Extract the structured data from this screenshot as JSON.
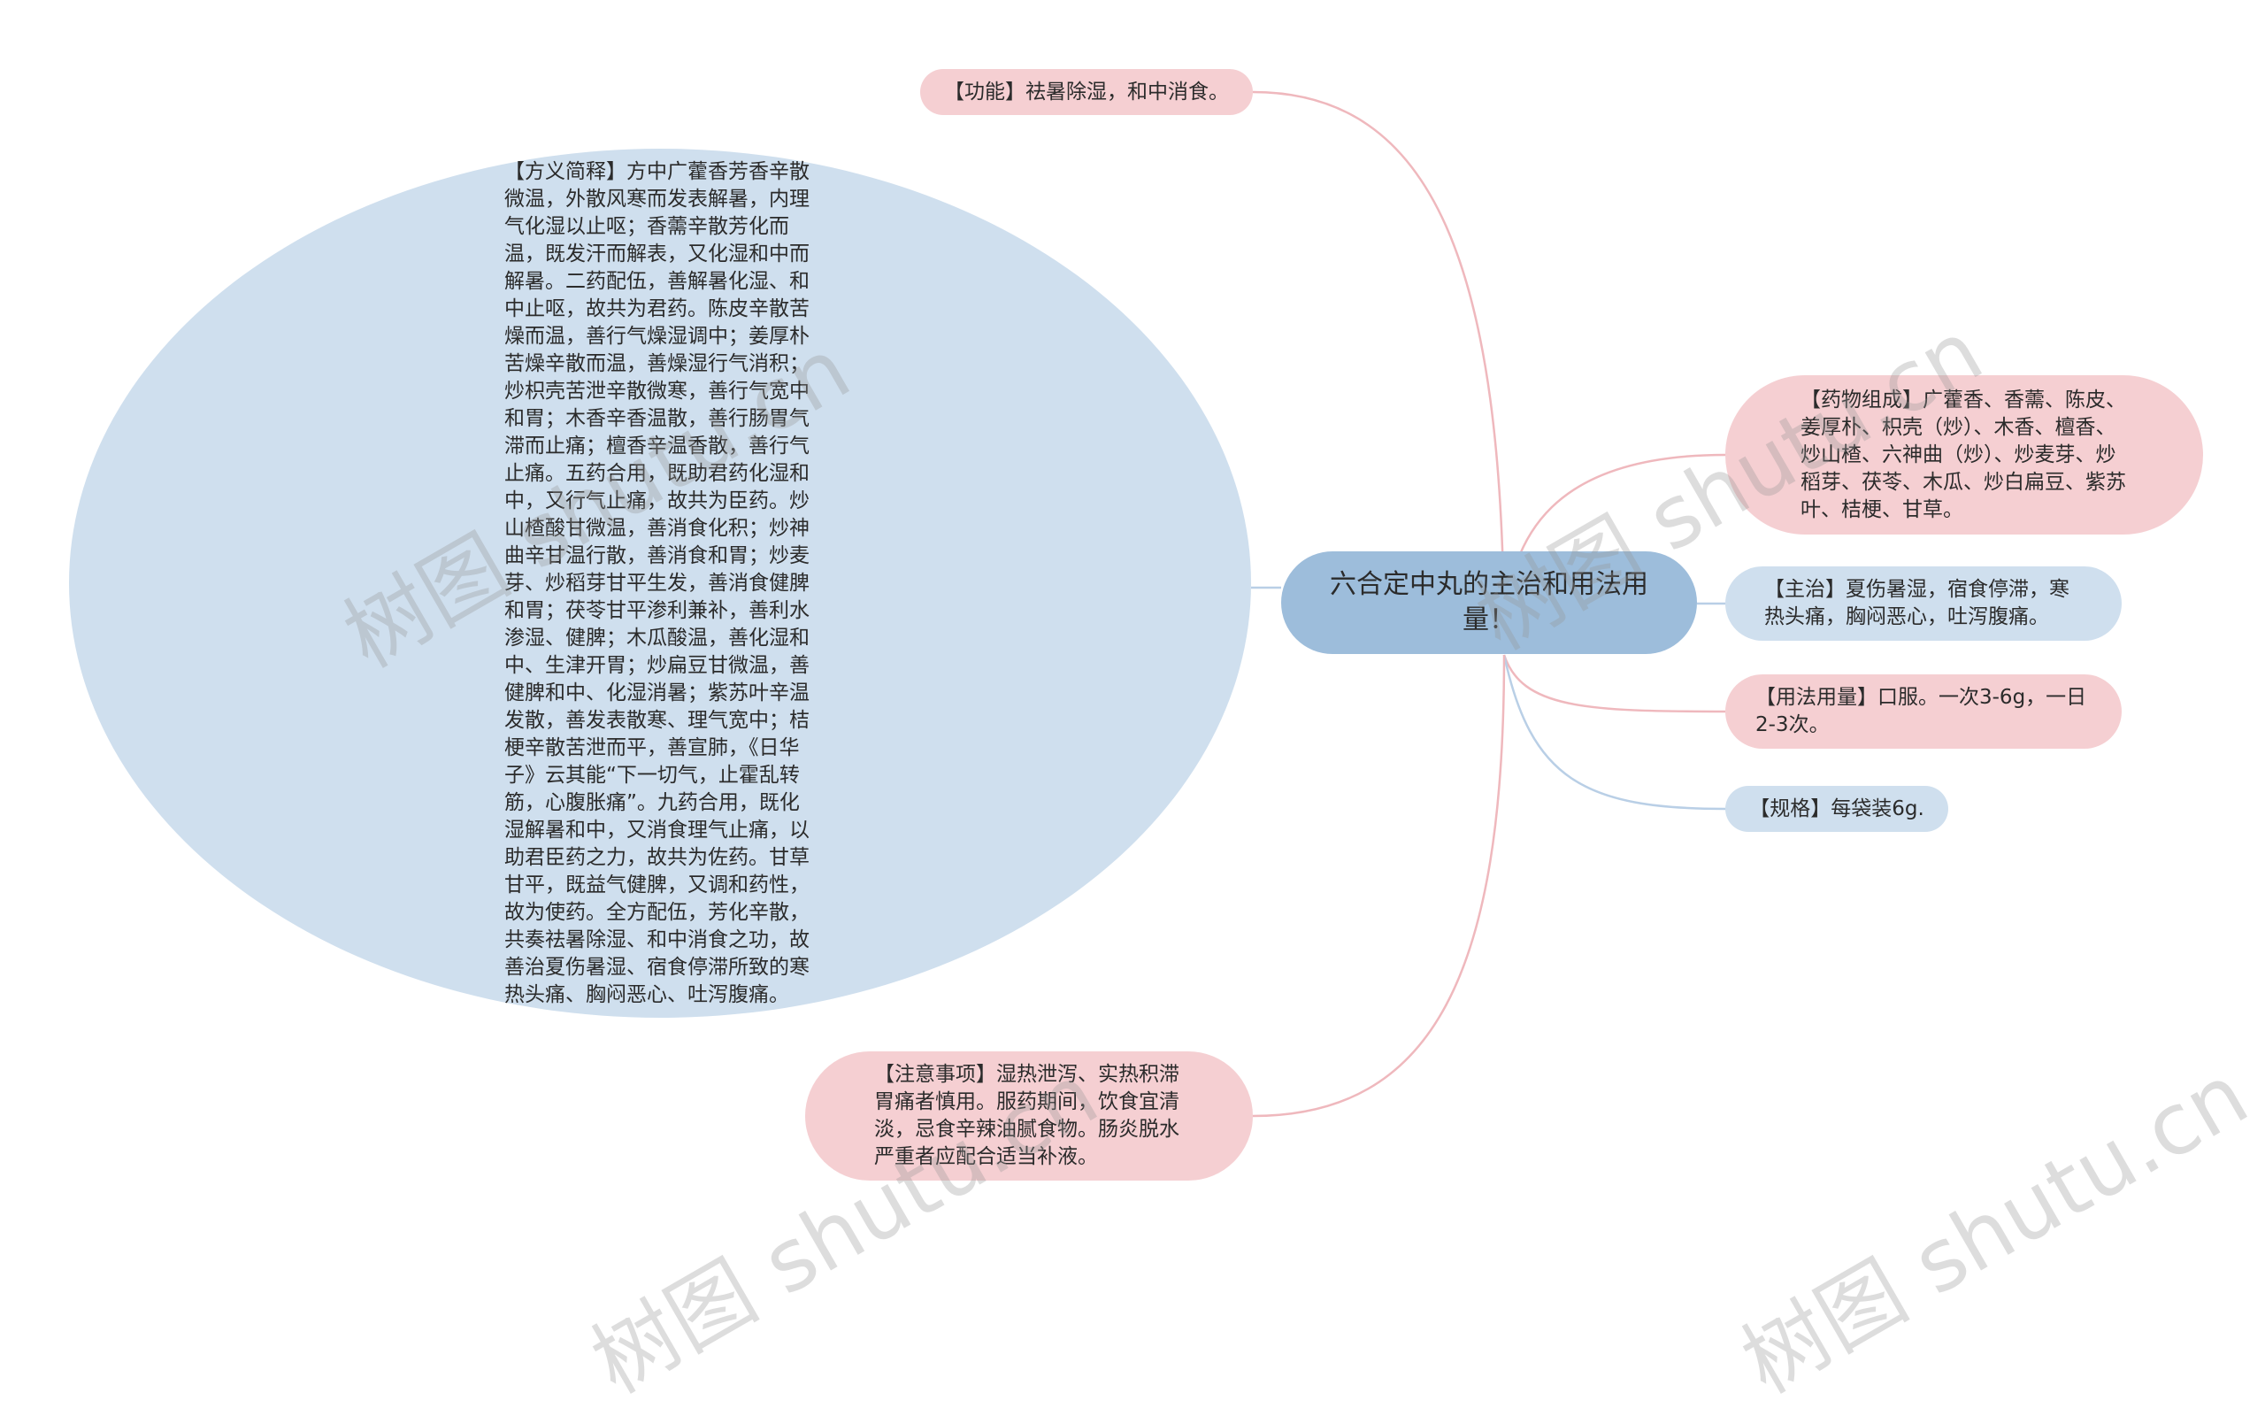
{
  "center": {
    "title": "六合定中丸的主治和用法用量！"
  },
  "branches": {
    "gongneng": "【功能】祛暑除湿，和中消食。",
    "yaowu": "【药物组成】广藿香、香薷、陈皮、姜厚朴、枳壳（炒）、木香、檀香、炒山楂、六神曲（炒）、炒麦芽、炒稻芽、茯苓、木瓜、炒白扁豆、紫苏叶、桔梗、甘草。",
    "zhuzhi": "【主治】夏伤暑湿，宿食停滞，寒热头痛，胸闷恶心，吐泻腹痛。",
    "yongfa": "【用法用量】口服。一次3-6g，一日2-3次。",
    "guige": "【规格】每袋装6g.",
    "zhuyi": "【注意事项】湿热泄泻、实热积滞胃痛者慎用。服药期间，饮食宜清淡，忌食辛辣油腻食物。肠炎脱水严重者应配合适当补液。",
    "fangyi": "【方义简释】方中广藿香芳香辛散微温，外散风寒而发表解暑，内理气化湿以止呕；香薷辛散芳化而温，既发汗而解表，又化湿和中而解暑。二药配伍，善解暑化湿、和中止呕，故共为君药。陈皮辛散苦燥而温，善行气燥湿调中；姜厚朴苦燥辛散而温，善燥湿行气消积；炒枳壳苦泄辛散微寒，善行气宽中和胃；木香辛香温散，善行肠胃气滞而止痛；檀香辛温香散，善行气止痛。五药合用，既助君药化湿和中，又行气止痛，故共为臣药。炒山楂酸甘微温，善消食化积；炒神曲辛甘温行散，善消食和胃；炒麦芽、炒稻芽甘平生发，善消食健脾和胃；茯苓甘平渗利兼补，善利水渗湿、健脾；木瓜酸温，善化湿和中、生津开胃；炒扁豆甘微温，善健脾和中、化湿消暑；紫苏叶辛温发散，善发表散寒、理气宽中；桔梗辛散苦泄而平，善宣肺，《日华子》云其能“下一切气，止霍乱转筋，心腹胀痛”。九药合用，既化湿解暑和中，又消食理气止痛，以助君臣药之力，故共为佐药。甘草甘平，既益气健脾，又调和药性，故为使药。全方配伍，芳化辛散，共奏祛暑除湿、和中消食之功，故善治夏伤暑湿、宿食停滞所致的寒热头痛、胸闷恶心、吐泻腹痛。"
  },
  "watermark": "树图 shutu.cn",
  "colors": {
    "center_fill": "#9dbddb",
    "pink_fill": "#f5cfd2",
    "blue_fill": "#cfdfee",
    "pink_edge": "#efb8bd",
    "blue_edge": "#b9cfe6"
  }
}
